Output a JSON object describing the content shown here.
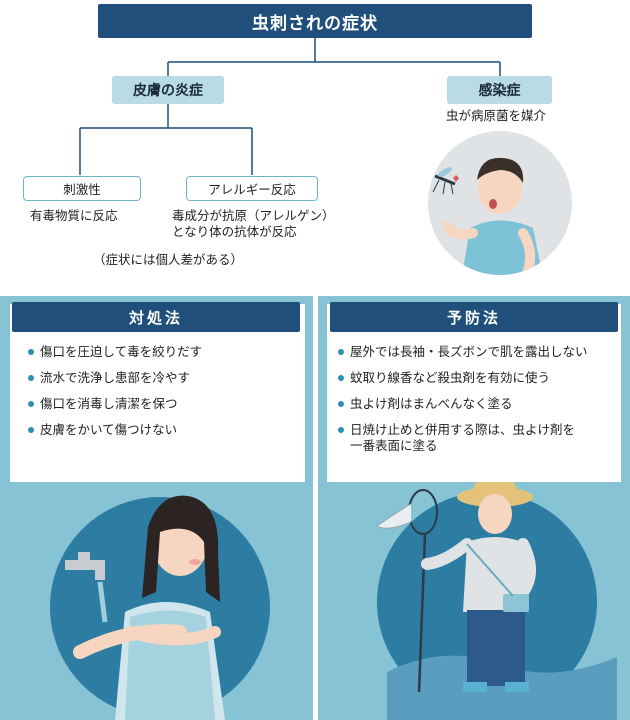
{
  "title": "虫刺されの症状",
  "inflammation": {
    "label": "皮膚の炎症",
    "irritant": {
      "label": "刺激性",
      "desc": "有毒物質に反応"
    },
    "allergic": {
      "label": "アレルギー反応",
      "desc_line1": "毒成分が抗原（アレルゲン）",
      "desc_line2": "となり体の抗体が反応"
    },
    "note": "（症状には個人差がある）"
  },
  "infection": {
    "label": "感染症",
    "desc": "虫が病原菌を媒介"
  },
  "treatment": {
    "heading": "対処法",
    "items": [
      "傷口を圧迫して毒を絞りだす",
      "流水で洗浄し患部を冷やす",
      "傷口を消毒し清潔を保つ",
      "皮膚をかいて傷つけない"
    ]
  },
  "prevention": {
    "heading": "予防法",
    "items": [
      "屋外では長袖・長ズボンで肌を露出しない",
      "蚊取り線香など殺虫剤を有効に使う",
      "虫よけ剤はまんべんなく塗る"
    ],
    "last_line1": "日焼け止めと併用する際は、虫よけ剤を",
    "last_line2": "一番表面に塗る"
  },
  "colors": {
    "navy": "#1f4f7a",
    "light_blue": "#b9dbe6",
    "panel_blue": "#86c3d4",
    "circle_blue": "#2d7da3",
    "circle_gray": "#dfe3e6",
    "bullet": "#2d8fb2"
  }
}
